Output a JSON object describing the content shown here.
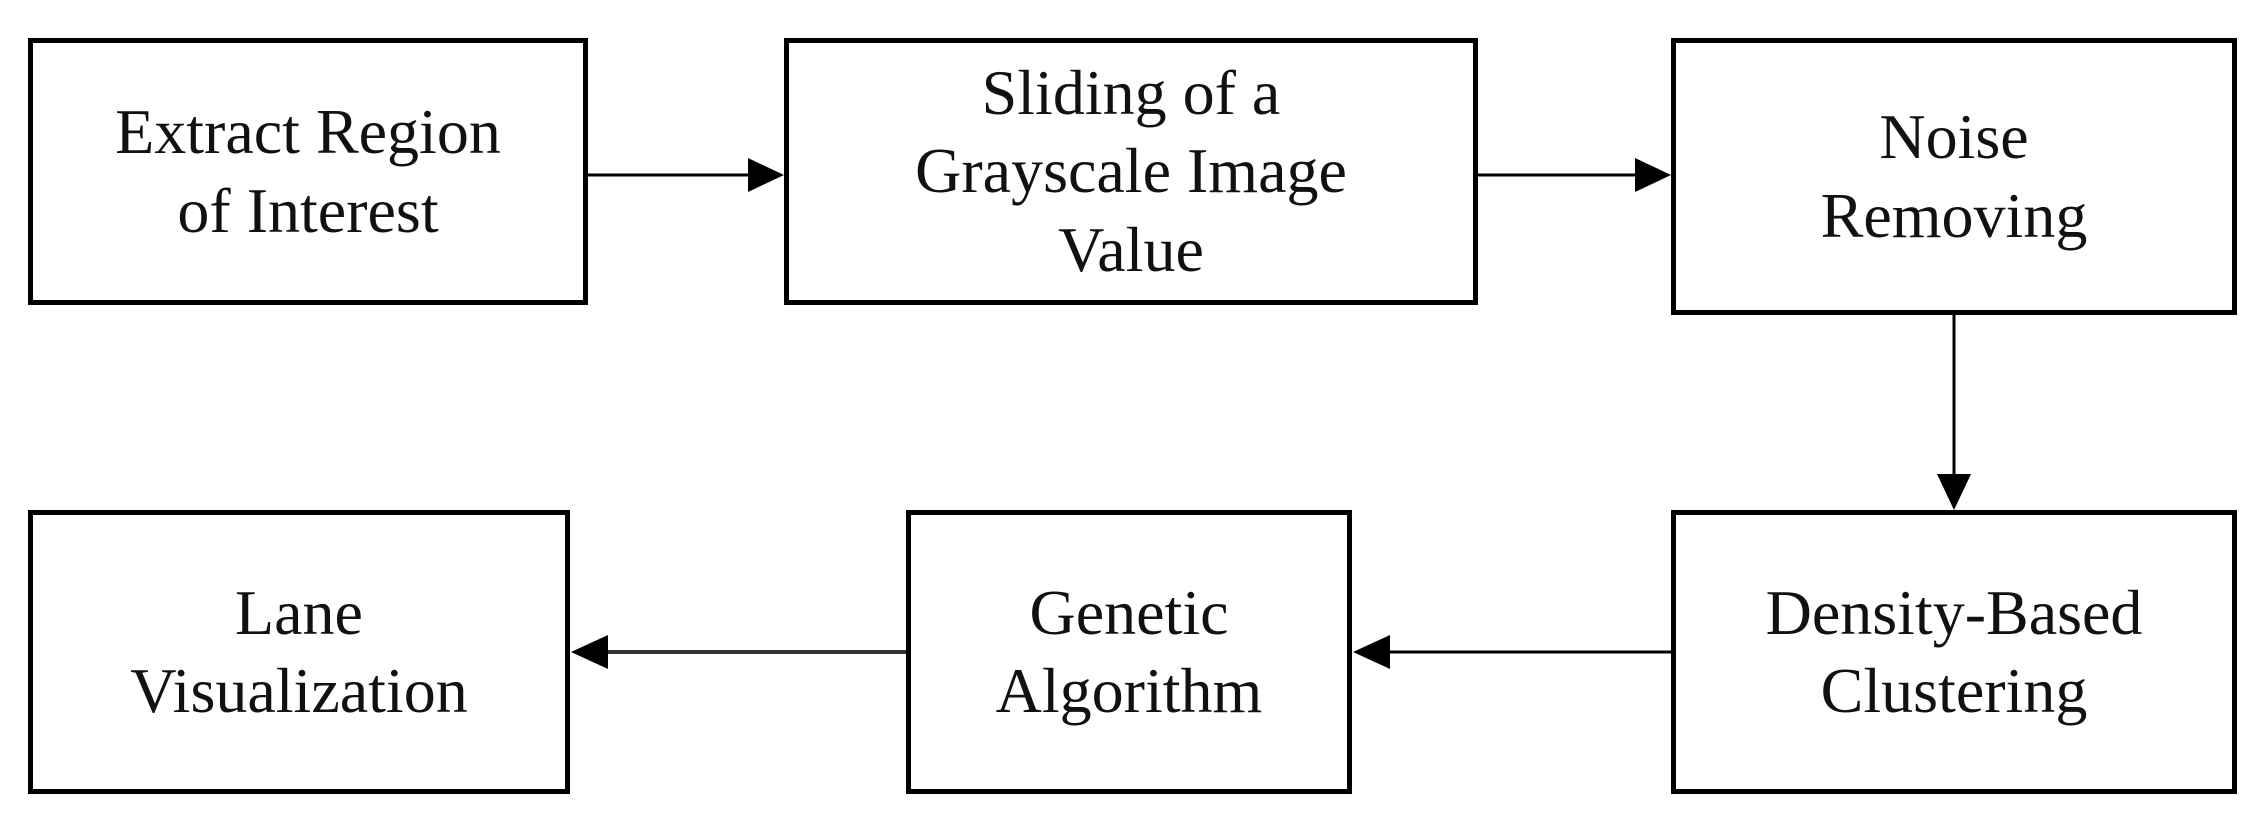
{
  "diagram": {
    "steps": [
      {
        "id": "extract_roi",
        "label": "Extract Region\nof Interest"
      },
      {
        "id": "sliding",
        "label": "Sliding of a\nGrayscale Image\nValue"
      },
      {
        "id": "noise",
        "label": "Noise\nRemoving"
      },
      {
        "id": "dbscan",
        "label": "Density-Based\nClustering"
      },
      {
        "id": "genetic",
        "label": "Genetic\nAlgorithm"
      },
      {
        "id": "lane_vis",
        "label": "Lane\nVisualization"
      }
    ],
    "flow": [
      {
        "from": "extract_roi",
        "to": "sliding"
      },
      {
        "from": "sliding",
        "to": "noise"
      },
      {
        "from": "noise",
        "to": "dbscan"
      },
      {
        "from": "dbscan",
        "to": "genetic"
      },
      {
        "from": "genetic",
        "to": "lane_vis"
      }
    ],
    "colors": {
      "stroke": "#000000",
      "text": "#111111",
      "background": "#ffffff"
    }
  }
}
